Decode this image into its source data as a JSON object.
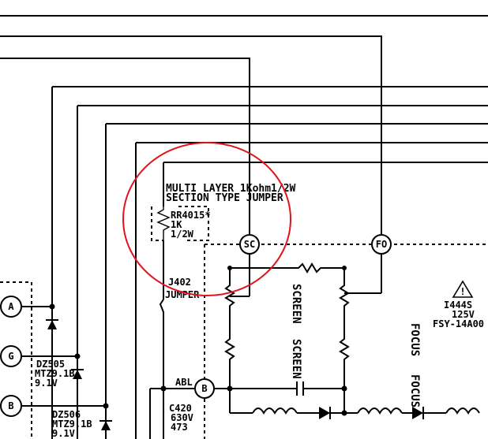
{
  "annotation": {
    "line1": "MULTI LAYER 1Kohm1/2W",
    "line2": "SECTION TYPE JUMPER",
    "highlight_color": "#e0141a"
  },
  "parts": {
    "rr4015": {
      "ref": "RR4015*",
      "value": "1K",
      "power": "1/2W"
    },
    "j402": {
      "ref": "J402",
      "desc": "JUMPER"
    },
    "abl": {
      "label": "ABL"
    },
    "c420": {
      "ref": "C420",
      "voltage": "630V",
      "value": "473"
    },
    "dz505": {
      "ref": "DZ505",
      "part": "MTZ9.1B",
      "voltage": "9.1V"
    },
    "dz506": {
      "ref": "DZ506",
      "part": "MTZ9.1B",
      "voltage": "9.1V"
    },
    "fuse": {
      "ref": "I444S",
      "rating": "125V",
      "part": "FSY-14A00"
    },
    "screen_label": "SCREEN",
    "screen_label_2": "SCREEN",
    "focus_label": "FOCUS",
    "focus_label_2": "FOCUS"
  },
  "nodes": {
    "sc": "SC",
    "fo": "FO",
    "a": "A",
    "g": "G",
    "b_left": "B",
    "b_mid": "B"
  },
  "fuse_symbol": "!"
}
